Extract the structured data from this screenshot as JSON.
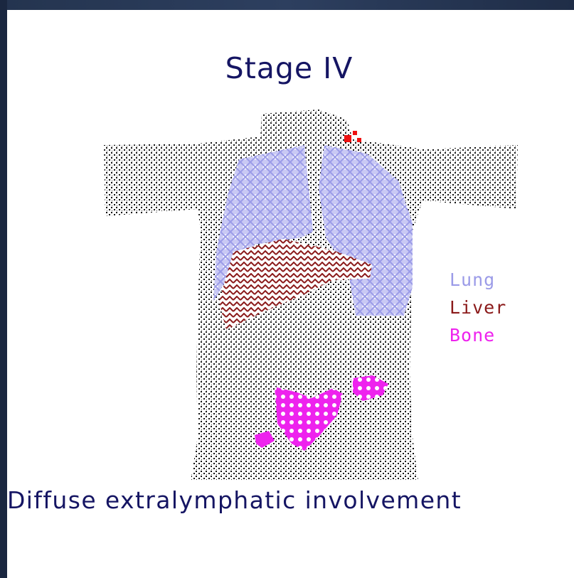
{
  "slide": {
    "title": "Stage IV",
    "caption": "Diffuse extralymphatic involvement"
  },
  "legend": [
    {
      "label": "Lung",
      "color": "#9b9be8"
    },
    {
      "label": "Liver",
      "color": "#8b1a1a"
    },
    {
      "label": "Bone",
      "color": "#ee22ee"
    }
  ],
  "colors": {
    "title": "#151563",
    "caption": "#151563",
    "background": "#ffffff",
    "frame": "#1c2a44",
    "torso_stipple": "#111111",
    "node": "#ee1111"
  }
}
